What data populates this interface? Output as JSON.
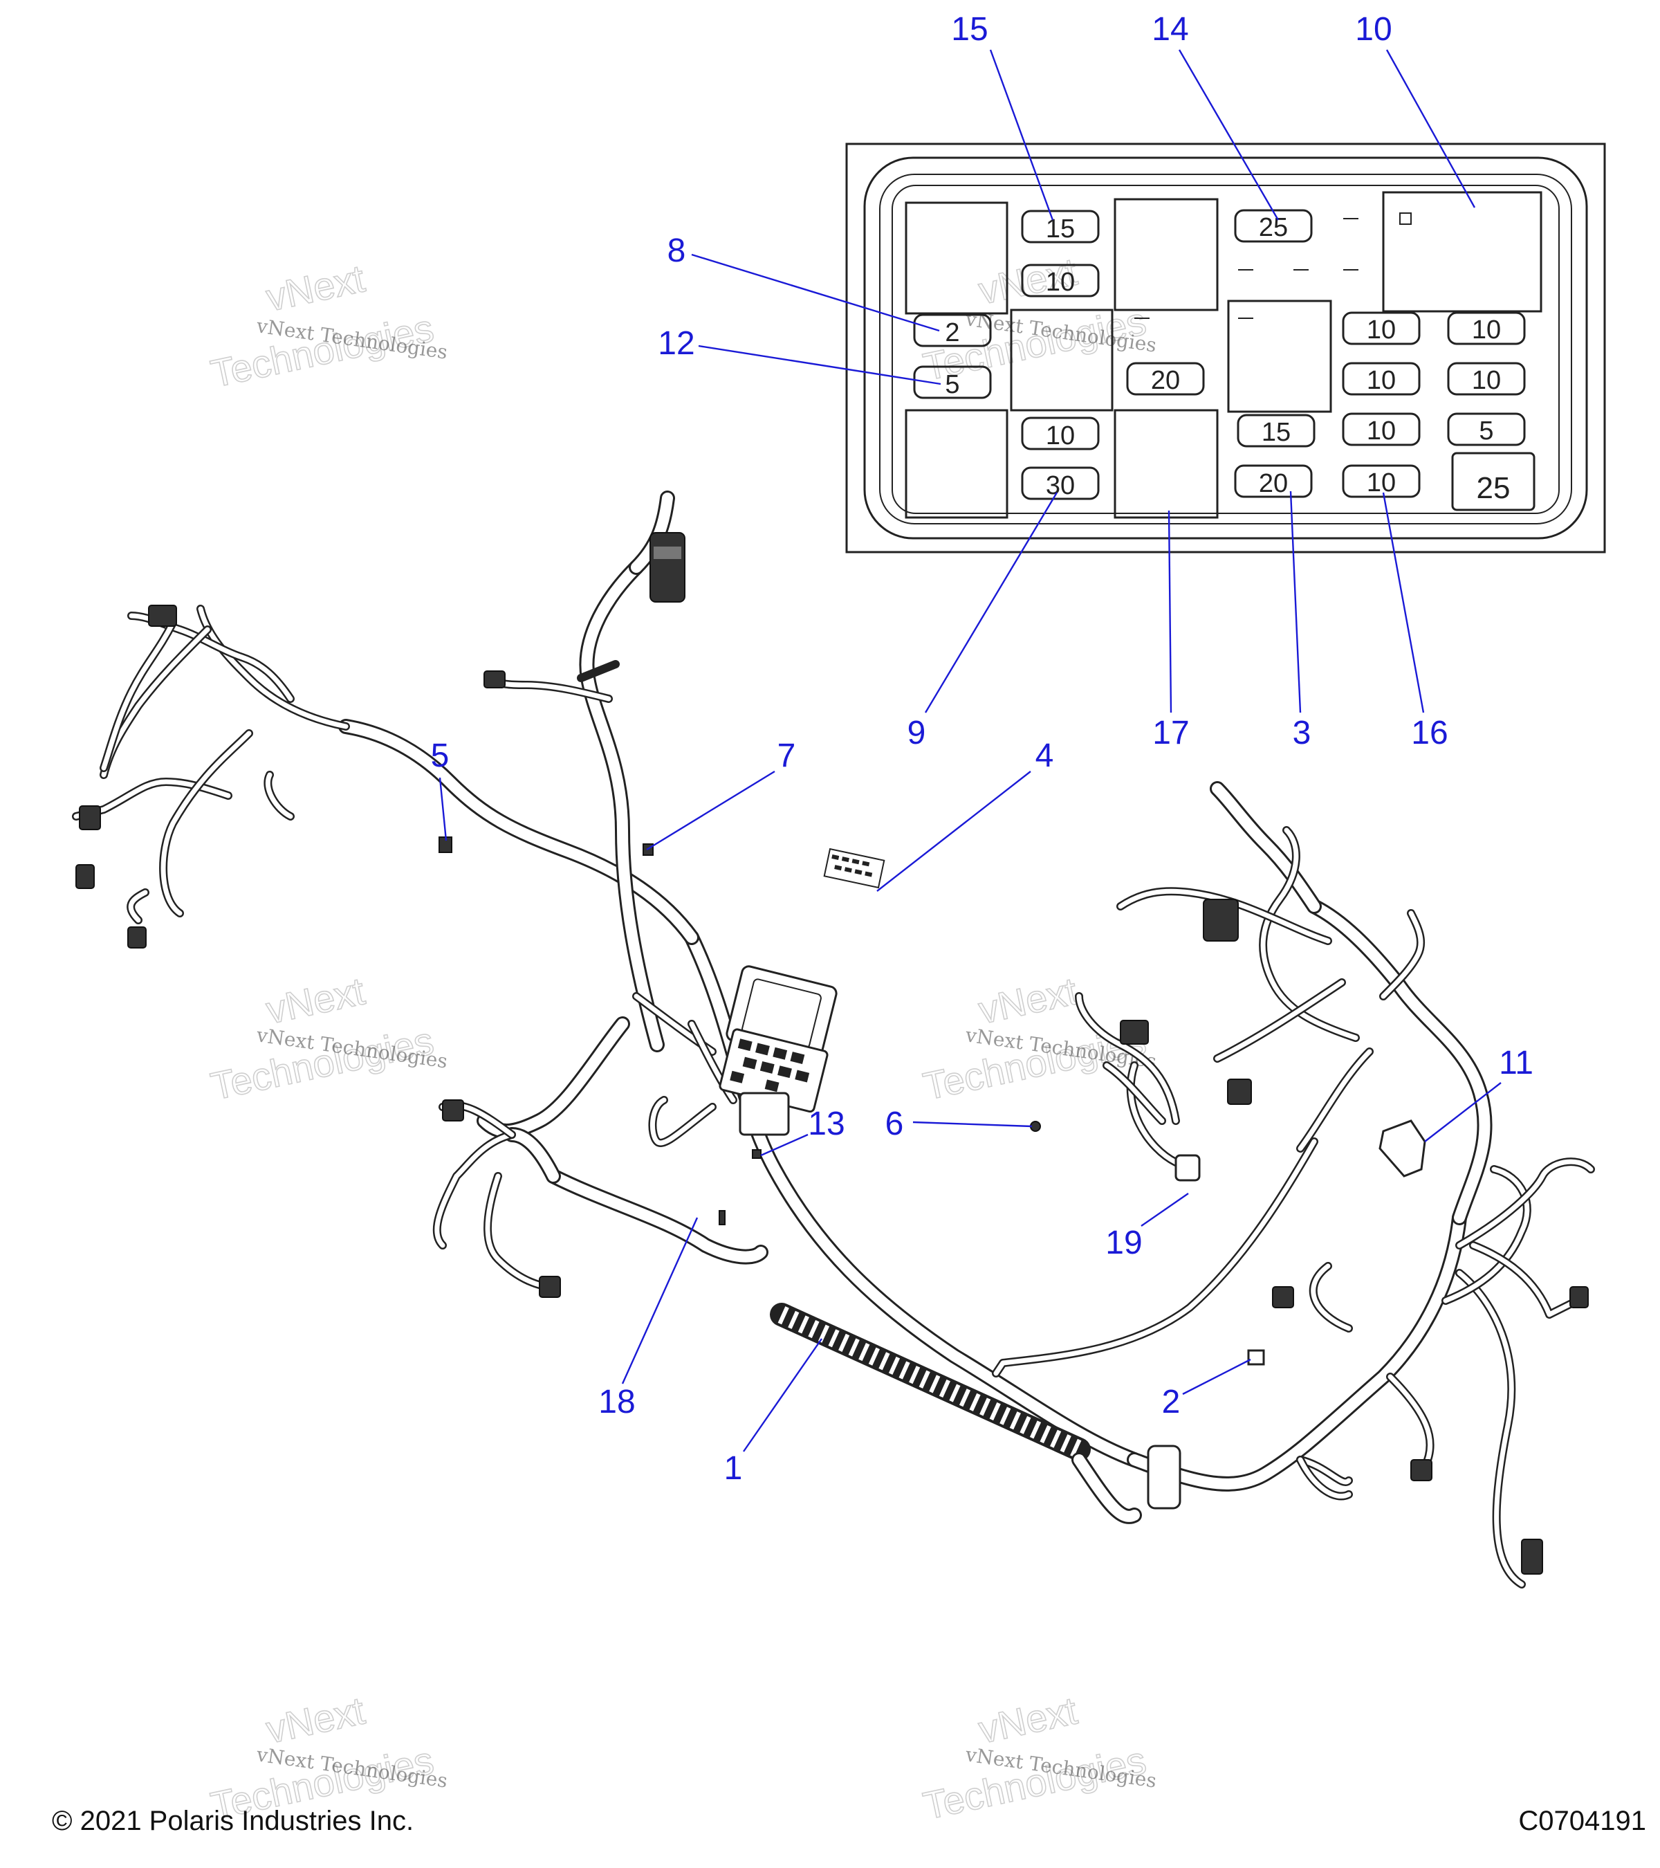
{
  "diagram": {
    "copyright": "© 2021 Polaris Industries Inc.",
    "figure_code": "C0704191",
    "watermark_line1": "vNext Technologies",
    "watermark_line2": "vNext",
    "watermark_line3": "Technologies"
  },
  "fuse_box": {
    "fuse_ratings": [
      "15",
      "10",
      "2",
      "5",
      "10",
      "30",
      "25",
      "20",
      "15",
      "20",
      "10",
      "10",
      "10",
      "10",
      "10",
      "10",
      "5",
      "25"
    ]
  },
  "callouts": [
    "15",
    "14",
    "10",
    "8",
    "12",
    "9",
    "17",
    "3",
    "16",
    "5",
    "7",
    "4",
    "11",
    "6",
    "13",
    "19",
    "18",
    "1",
    "2"
  ]
}
